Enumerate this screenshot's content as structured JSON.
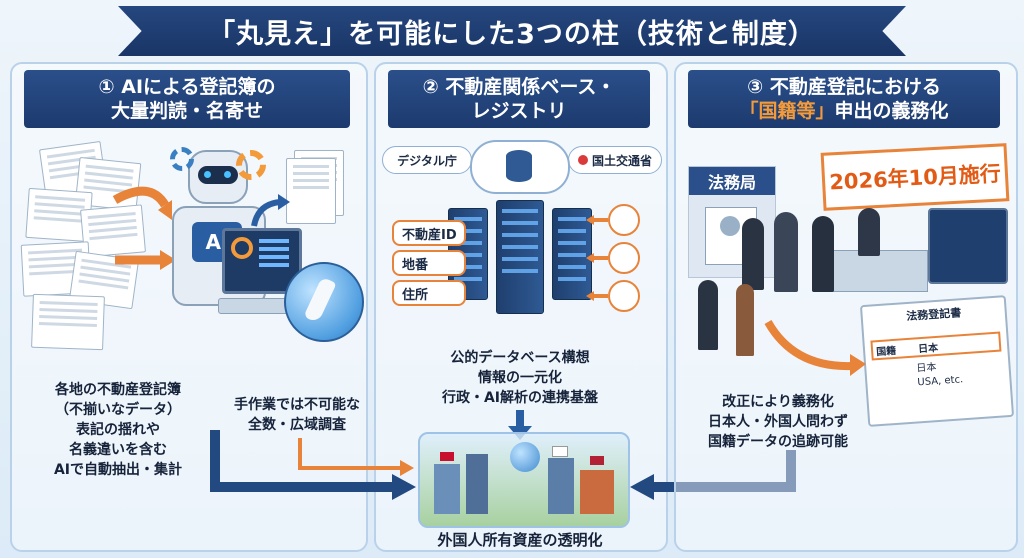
{
  "title": "「丸見え」を可能にした3つの柱（技術と制度）",
  "colors": {
    "navy": "#1c3a6e",
    "orange": "#e8833a",
    "accent_text": "#f39a3a"
  },
  "panel1": {
    "number": "①",
    "heading_line1": "AIによる登記簿の",
    "heading_line2": "大量判読・名寄せ",
    "robot_screen": "AI",
    "caption_left": [
      "各地の不動産登記簿",
      "（不揃いなデータ）",
      "表記の揺れや",
      "名義違いを含む",
      "AIで自動抽出・集計"
    ],
    "caption_right": [
      "手作業では不可能な",
      "全数・広域調査"
    ]
  },
  "panel2": {
    "number": "②",
    "heading_line1": "不動産関係ベース・",
    "heading_line2": "レジストリ",
    "agency_left": "デジタル庁",
    "agency_right": "国土交通省",
    "tags": [
      "不動産ID",
      "地番",
      "住所"
    ],
    "caption": [
      "公的データベース構想",
      "情報の一元化",
      "行政・AI解析の連携基盤"
    ]
  },
  "panel3": {
    "number": "③",
    "heading_line1": "不動産登記における",
    "heading_highlight": "「国籍等」",
    "heading_line2_rest": "申出の義務化",
    "office_sign": "法務局",
    "date_sign": "2026年10月施行",
    "certificate": {
      "title": "法務登記書",
      "row1_label": "国籍",
      "row1_value": "日本",
      "row2_value": "日本",
      "row3_value": "USA, etc."
    },
    "caption": [
      "改正により義務化",
      "日本人・外国人問わず",
      "国籍データの追跡可能"
    ]
  },
  "bottom_caption": "外国人所有資産の透明化"
}
